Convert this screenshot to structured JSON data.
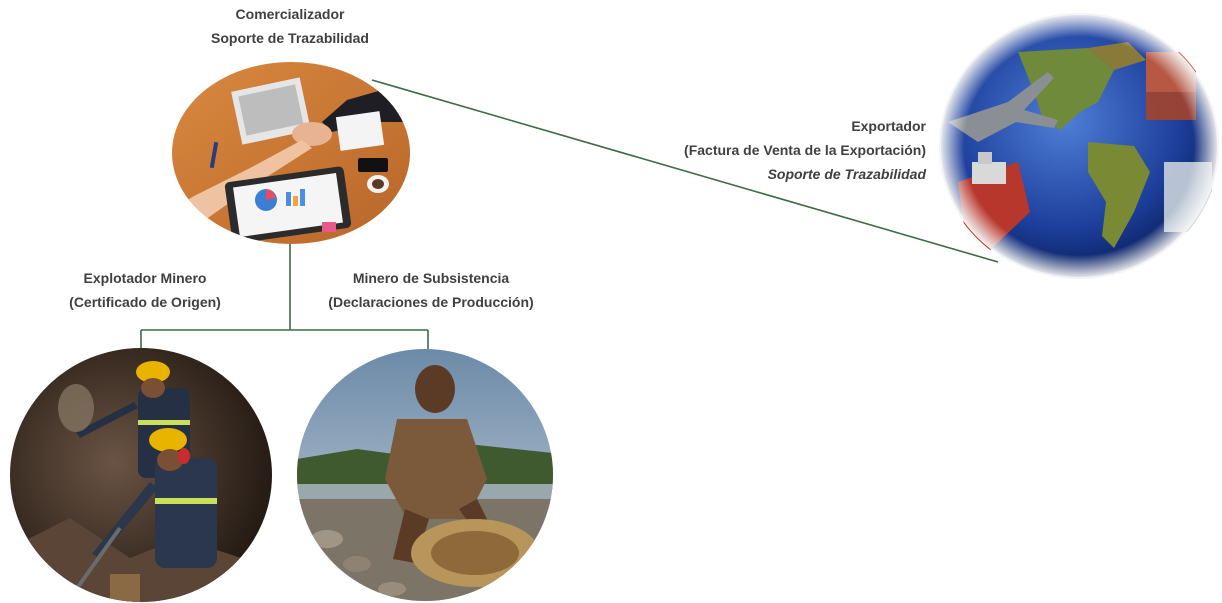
{
  "nodes": {
    "comercializador": {
      "line1": "Comercializador",
      "line2": "Soporte de Trazabilidad"
    },
    "exportador": {
      "line1": "Exportador",
      "line2": "(Factura de Venta de la Exportación)",
      "line3": "Soporte de Trazabilidad"
    },
    "explotador": {
      "line1": "Explotador Minero",
      "line2": "(Certificado de Origen)"
    },
    "minero": {
      "line1": "Minero de Subsistencia",
      "line2": "(Declaraciones de Producción)"
    }
  },
  "colors": {
    "connector": "#3d6b45",
    "label_text": "#404040"
  },
  "images": {
    "comercializador": "business-handshake-photo",
    "exportador": "globe-trade-photo",
    "explotador": "miners-tunnel-photo",
    "minero": "subsistence-miner-panning-photo"
  }
}
